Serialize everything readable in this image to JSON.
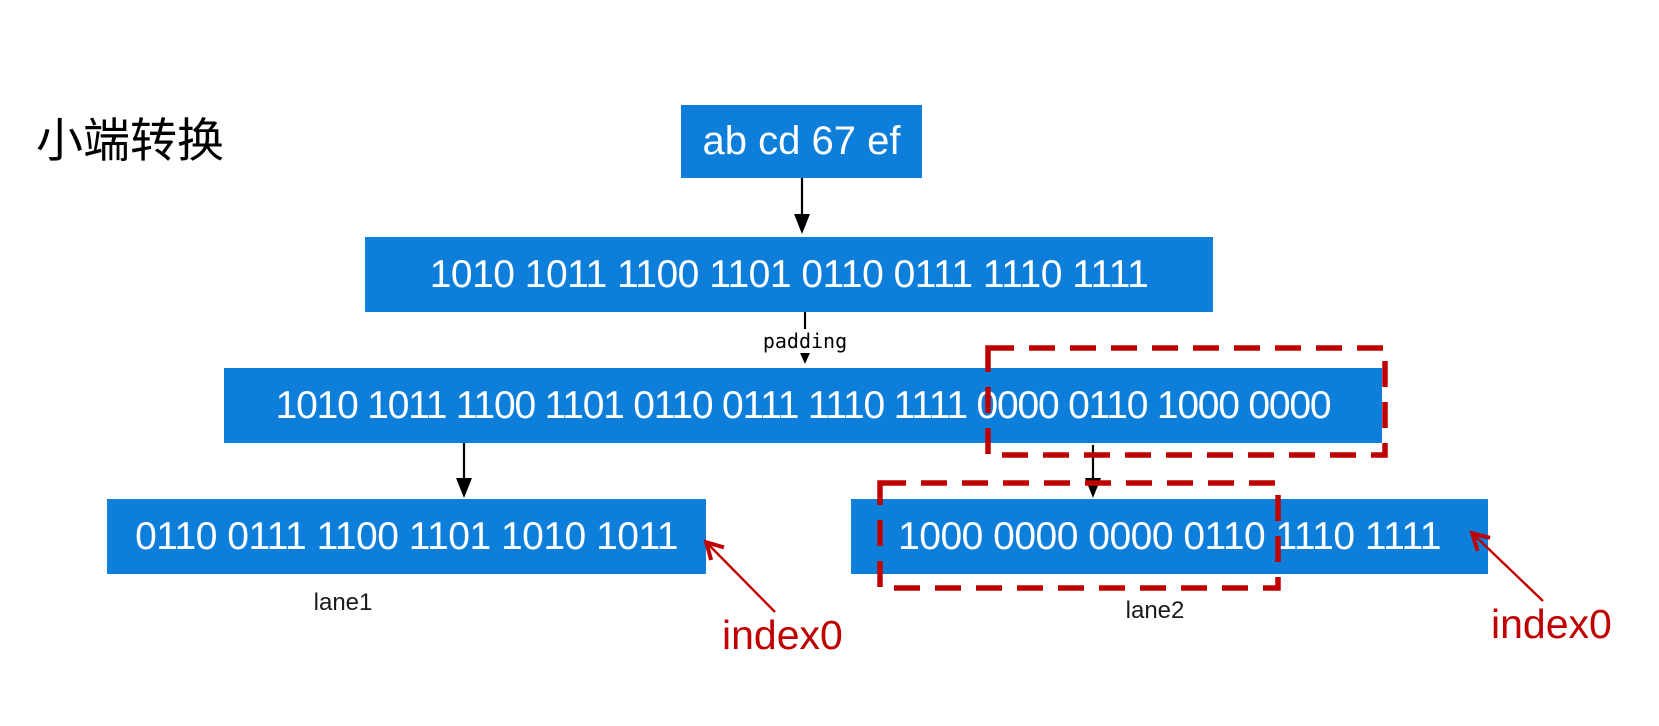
{
  "title": "小端转换",
  "colors": {
    "box_blue": "#0d7fdb",
    "annotation_red": "#c00000"
  },
  "diagram": {
    "hex_box": "ab cd 67 ef",
    "bits_32": "1010 1011 1100 1101 0110 0111 1110 1111",
    "bits_48": "1010 1011 1100 1101 0110 0111 1110 1111 0000 0110 1000 0000",
    "padding_label": "padding",
    "lane1_bits": "0110 0111 1100 1101 1010 1011",
    "lane2_bits": "1000 0000 0000 0110 1110 1111",
    "lane1_label": "lane1",
    "lane2_label": "lane2",
    "index0_left": "index0",
    "index0_right": "index0"
  }
}
